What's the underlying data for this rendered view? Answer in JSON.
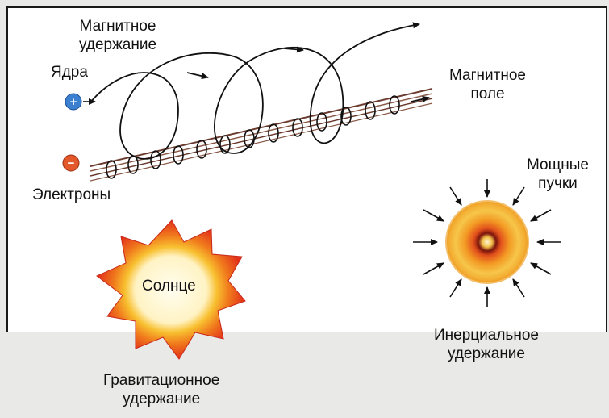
{
  "labels": {
    "magnetic_confinement": [
      "Магнитное",
      "удержание"
    ],
    "nuclei": "Ядра",
    "electrons": "Электроны",
    "magnetic_field": [
      "Магнитное",
      "поле"
    ],
    "powerful_beams": [
      "Мощные",
      "пучки"
    ],
    "sun": "Солнце",
    "gravitational_confinement": [
      "Гравитационное",
      "удержание"
    ],
    "inertial_confinement": [
      "Инерциальное",
      "удержание"
    ]
  },
  "symbols": {
    "plus": "+",
    "minus": "−"
  },
  "colors": {
    "nucleus": "#3a7fd0",
    "electron": "#e2582a",
    "field_line": "#6a3b2e",
    "sun_outer": "#e8341c",
    "sun_mid": "#f7a21c",
    "sun_core": "#fff7d8",
    "pellet_outer": "#f2c44e",
    "pellet_mid": "#e07a1e",
    "pellet_inner": "#8a1b10"
  }
}
